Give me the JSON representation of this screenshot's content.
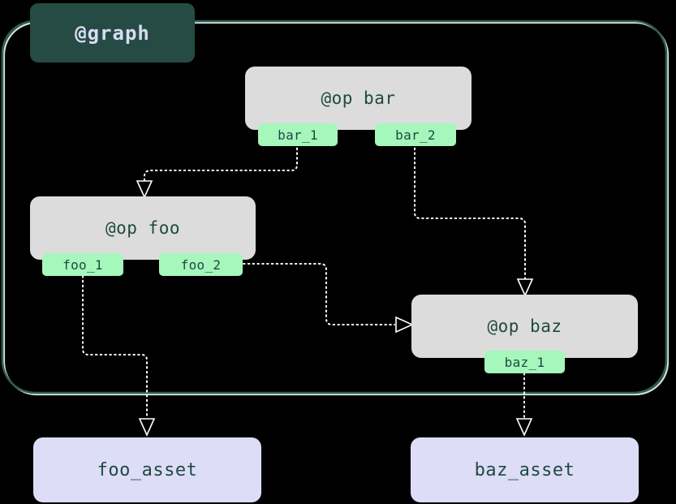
{
  "diagram": {
    "type": "dagster-op-graph",
    "background_color": "#000000",
    "graph_container": {
      "label": "@graph",
      "label_bg": "#254b44",
      "label_fg": "#d9dcf4",
      "border_color": "#2f5d52",
      "border_highlight": "#cfe3dd"
    },
    "op_nodes": [
      {
        "id": "bar",
        "label": "@op bar",
        "bg": "#dcdcdc",
        "fg": "#1f4a41",
        "ports": [
          {
            "name": "bar_1",
            "bg": "#a5f7bc"
          },
          {
            "name": "bar_2",
            "bg": "#a5f7bc"
          }
        ]
      },
      {
        "id": "foo",
        "label": "@op foo",
        "bg": "#dcdcdc",
        "fg": "#1f4a41",
        "ports": [
          {
            "name": "foo_1",
            "bg": "#a5f7bc"
          },
          {
            "name": "foo_2",
            "bg": "#a5f7bc"
          }
        ]
      },
      {
        "id": "baz",
        "label": "@op baz",
        "bg": "#dcdcdc",
        "fg": "#1f4a41",
        "ports": [
          {
            "name": "baz_1",
            "bg": "#a5f7bc"
          }
        ]
      }
    ],
    "asset_nodes": [
      {
        "id": "foo_asset",
        "label": "foo_asset",
        "bg": "#ddddf8",
        "fg": "#1f4a41"
      },
      {
        "id": "baz_asset",
        "label": "baz_asset",
        "bg": "#ddddf8",
        "fg": "#1f4a41"
      }
    ],
    "edges": [
      {
        "from": "bar_1",
        "to": "foo",
        "style": "dotted",
        "arrow": "down"
      },
      {
        "from": "bar_2",
        "to": "baz",
        "style": "dotted",
        "arrow": "down"
      },
      {
        "from": "foo_2",
        "to": "baz",
        "style": "dotted",
        "arrow": "right"
      },
      {
        "from": "foo_1",
        "to": "foo_asset",
        "style": "dotted",
        "arrow": "down"
      },
      {
        "from": "baz_1",
        "to": "baz_asset",
        "style": "dotted",
        "arrow": "down"
      }
    ],
    "edge_color": "#ffffff",
    "arrow_outline": "#ffffff"
  }
}
